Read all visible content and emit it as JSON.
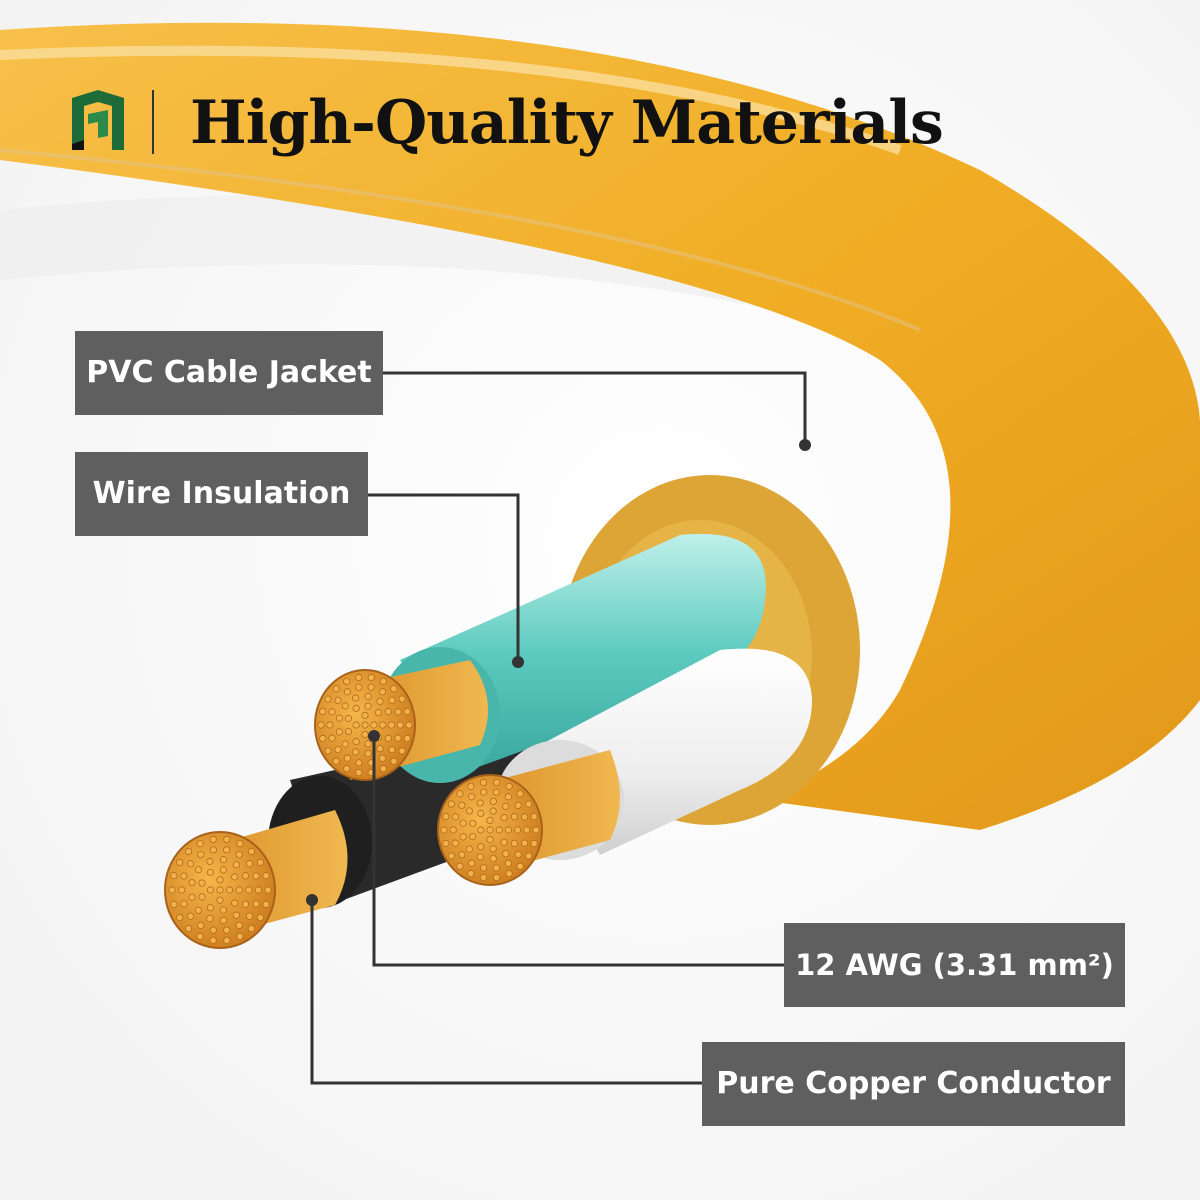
{
  "header": {
    "title": "High-Quality Materials"
  },
  "callouts": {
    "jacket": "PVC Cable Jacket",
    "insulation": "Wire Insulation",
    "gauge": "12 AWG (3.31 mm²)",
    "conductor": "Pure Copper Conductor"
  },
  "colors": {
    "cable_jacket": "#f0ad24",
    "jacket_edge": "#d99c28",
    "wire_teal": "#5ecbc0",
    "wire_white": "#eeeeee",
    "wire_black": "#2a2a2a",
    "copper": "#e0962a",
    "label_bg": "#5f5f5f",
    "logo_green": "#1e6b3a"
  },
  "icons": {
    "logo": "brand-logo-icon"
  }
}
